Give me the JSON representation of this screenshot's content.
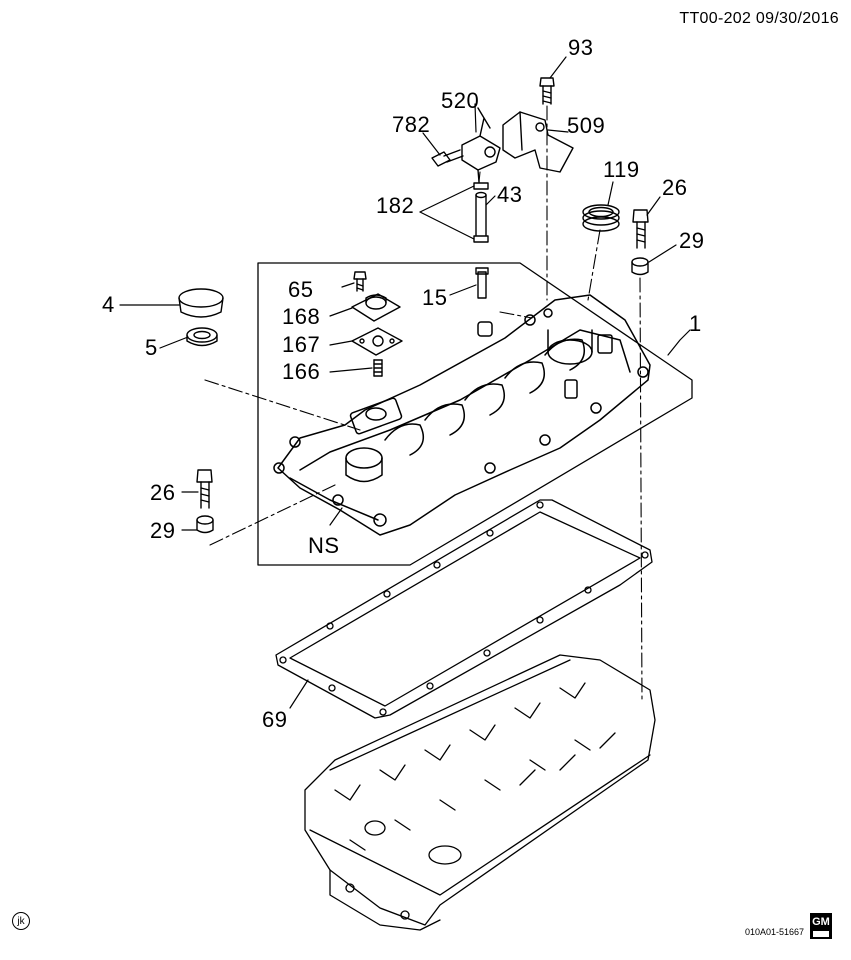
{
  "header": {
    "ref": "TT00-202  09/30/2016"
  },
  "footer": {
    "code": "010A01-51667",
    "corner_mark": "jk",
    "logo_text": "GM"
  },
  "callouts": {
    "c93": "93",
    "c520": "520",
    "c782": "782",
    "c509": "509",
    "c119": "119",
    "c26a": "26",
    "c29a": "29",
    "c182": "182",
    "c43": "43",
    "c65": "65",
    "c4": "4",
    "c15": "15",
    "c168": "168",
    "c5": "5",
    "c167": "167",
    "c1": "1",
    "c166": "166",
    "c26b": "26",
    "c29b": "29",
    "cNS": "NS",
    "c69": "69"
  }
}
